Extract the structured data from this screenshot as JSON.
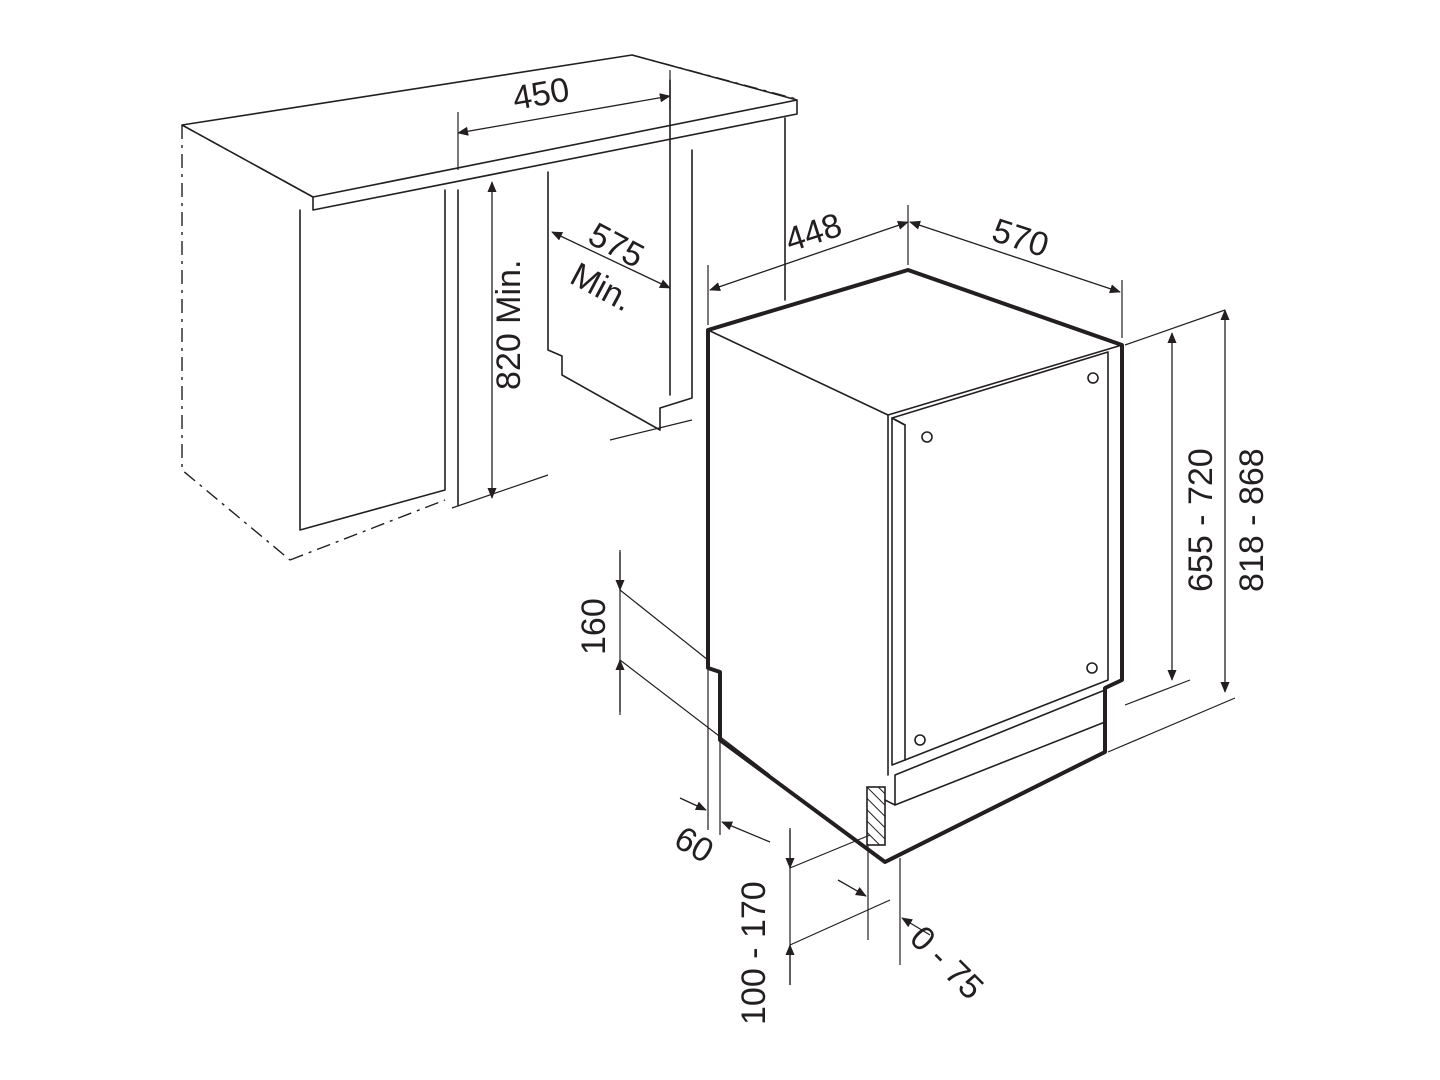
{
  "labels": {
    "cabinet_width": "450",
    "cabinet_depth_value": "575",
    "cabinet_depth_note": "Min.",
    "cabinet_height": "820 Min.",
    "appliance_width": "448",
    "appliance_depth": "570",
    "appliance_height_inner": "655 - 720",
    "appliance_height_outer": "818 - 868",
    "plinth_height": "160",
    "plinth_recess": "60",
    "plinth_range": "100 - 170",
    "door_offset": "0 - 75"
  }
}
